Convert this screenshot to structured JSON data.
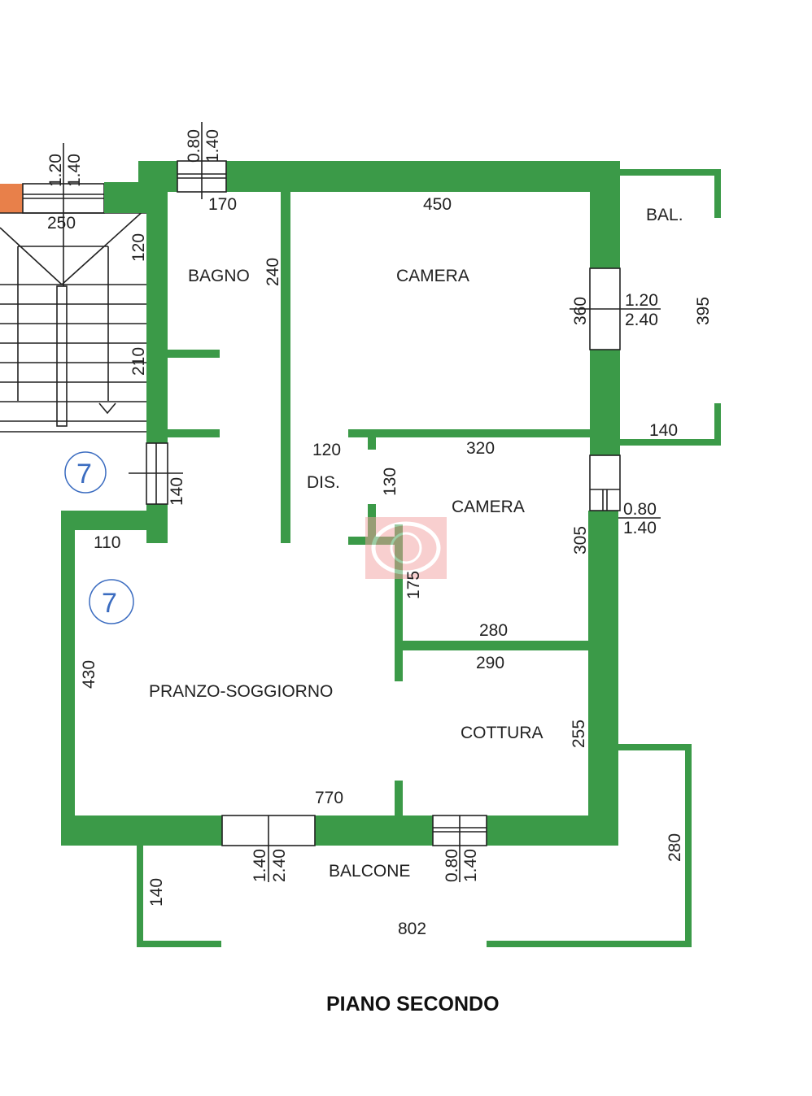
{
  "title": "PIANO SECONDO",
  "colors": {
    "wall": "#3b9a48",
    "marker": "#3b6cc0",
    "stair_window": "#e8804a"
  },
  "rooms": {
    "bagno": "BAGNO",
    "camera1": "CAMERA",
    "camera2": "CAMERA",
    "dis": "DIS.",
    "pranzo": "PRANZO-SOGGIORNO",
    "cottura": "COTTURA",
    "balcone": "BALCONE",
    "bal": "BAL."
  },
  "markers": [
    "7",
    "7"
  ],
  "dimensions": {
    "d250": "250",
    "d120a": "120",
    "d210": "210",
    "d170": "170",
    "d240": "240",
    "d450": "450",
    "d360": "360",
    "d395": "395",
    "d140r": "140",
    "d120b": "120",
    "d320": "320",
    "d130": "130",
    "d305": "305",
    "d140s": "140",
    "d110": "110",
    "d175": "175",
    "d280a": "280",
    "d290": "290",
    "d430": "430",
    "d255": "255",
    "d770": "770",
    "d280b": "280",
    "d140b": "140",
    "d802": "802"
  },
  "windows": {
    "w_stair": [
      "1.20",
      "1.40"
    ],
    "w_bagno": [
      "0.80",
      "1.40"
    ],
    "w_camera1": [
      "1.20",
      "2.40"
    ],
    "w_camera2": [
      "0.80",
      "1.40"
    ],
    "w_pranzo": [
      "1.40",
      "2.40"
    ],
    "w_cottura": [
      "0.80",
      "1.40"
    ]
  }
}
